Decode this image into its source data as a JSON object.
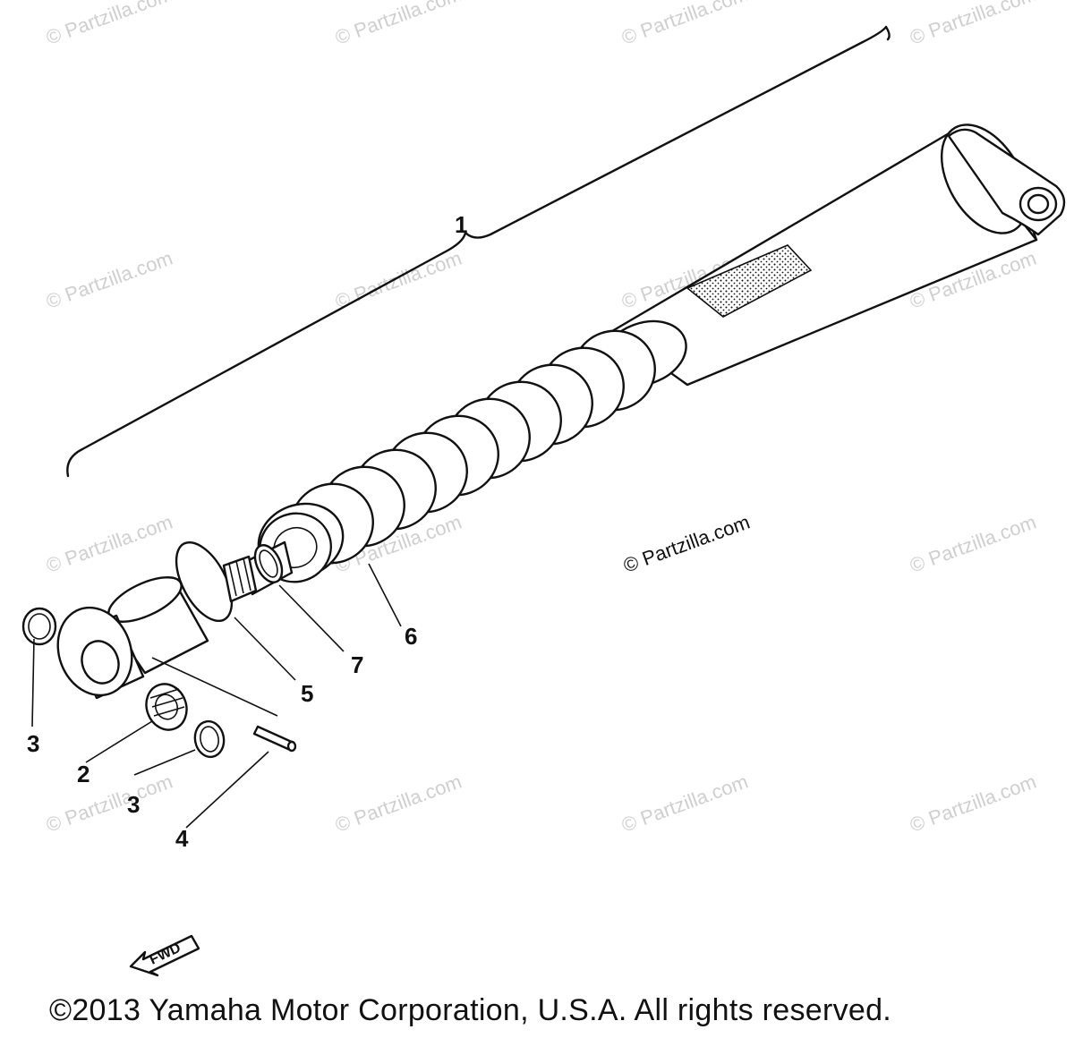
{
  "diagram": {
    "watermark_text": "© Partzilla.com",
    "callouts": {
      "c1": "1",
      "c2": "2",
      "c3a": "3",
      "c3b": "3",
      "c4": "4",
      "c5": "5",
      "c6": "6",
      "c7": "7"
    },
    "fwd_label": "FWD"
  },
  "footer": {
    "copyright": "©2013 Yamaha Motor Corporation, U.S.A. All rights reserved."
  }
}
